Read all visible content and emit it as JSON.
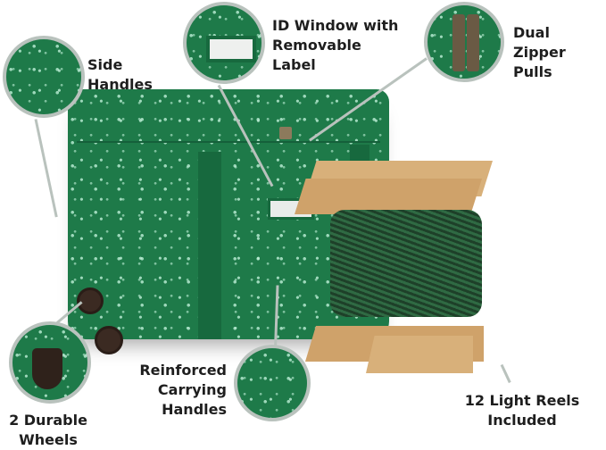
{
  "callouts": {
    "side_handles": {
      "line1": "Side",
      "line2": "Handles"
    },
    "id_window": {
      "line1": "ID Window with",
      "line2": "Removable",
      "line3": "Label"
    },
    "dual_zipper": {
      "line1": "Dual Zipper",
      "line2": "Pulls"
    },
    "wheels": {
      "line1": "2 Durable",
      "line2": "Wheels"
    },
    "carrying_handles": {
      "line1": "Reinforced",
      "line2": "Carrying",
      "line3": "Handles"
    },
    "light_reels": {
      "line1": "12 Light Reels",
      "line2": "Included"
    }
  },
  "colors": {
    "bag_green": "#1e7a49",
    "pattern": "#bff0d7",
    "cardboard": "#d8b07a",
    "leader": "#b9c2bd",
    "text": "#1e1e1e"
  }
}
